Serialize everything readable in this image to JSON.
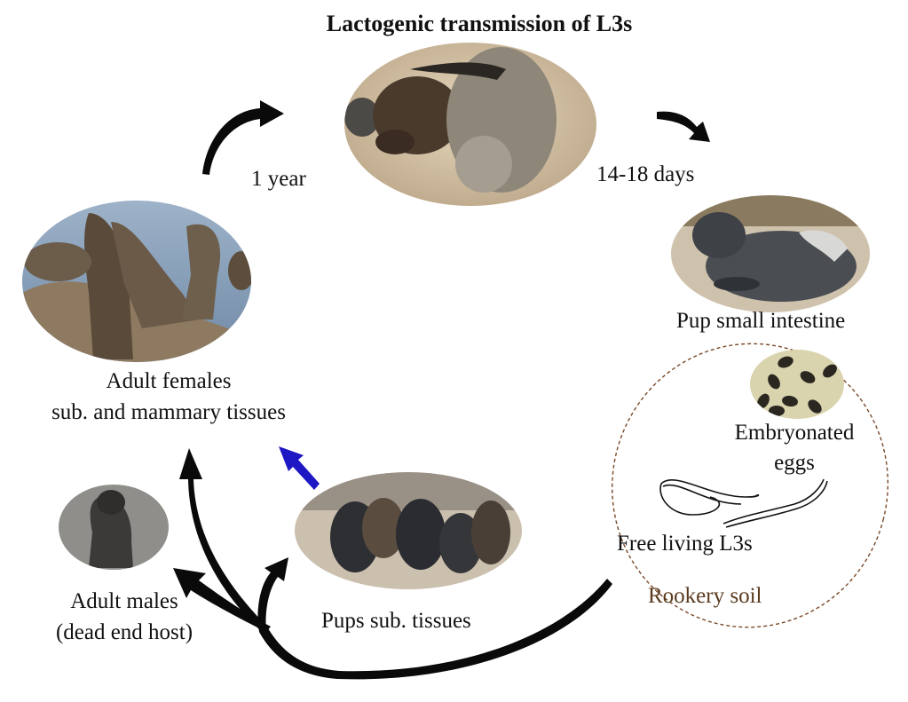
{
  "title": "Lactogenic transmission of L3s",
  "labels": {
    "one_year": "1 year",
    "days": "14-18 days",
    "pup_intestine": "Pup small intestine",
    "females_line1": "Adult females",
    "females_line2": "sub. and mammary tissues",
    "eggs_line1": "Embryonated",
    "eggs_line2": "eggs",
    "larvae": "Free living L3s",
    "soil": "Rookery soil",
    "males_line1": "Adult males",
    "males_line2": "(dead end host)",
    "pups": "Pups sub. tissues"
  },
  "colors": {
    "arrow": "#0a0a0a",
    "blue_arrow": "#1d17c4",
    "soil_text": "#5a3a1e",
    "soil_border": "#7a4a2a"
  },
  "icons": {
    "nursing": "nursing-seal-photo",
    "pup": "pup-photo",
    "females": "adult-females-photo",
    "eggs": "eggs-photo",
    "larvae": "larvae-drawing",
    "male": "adult-male-photo",
    "pups_group": "pups-group-photo"
  }
}
